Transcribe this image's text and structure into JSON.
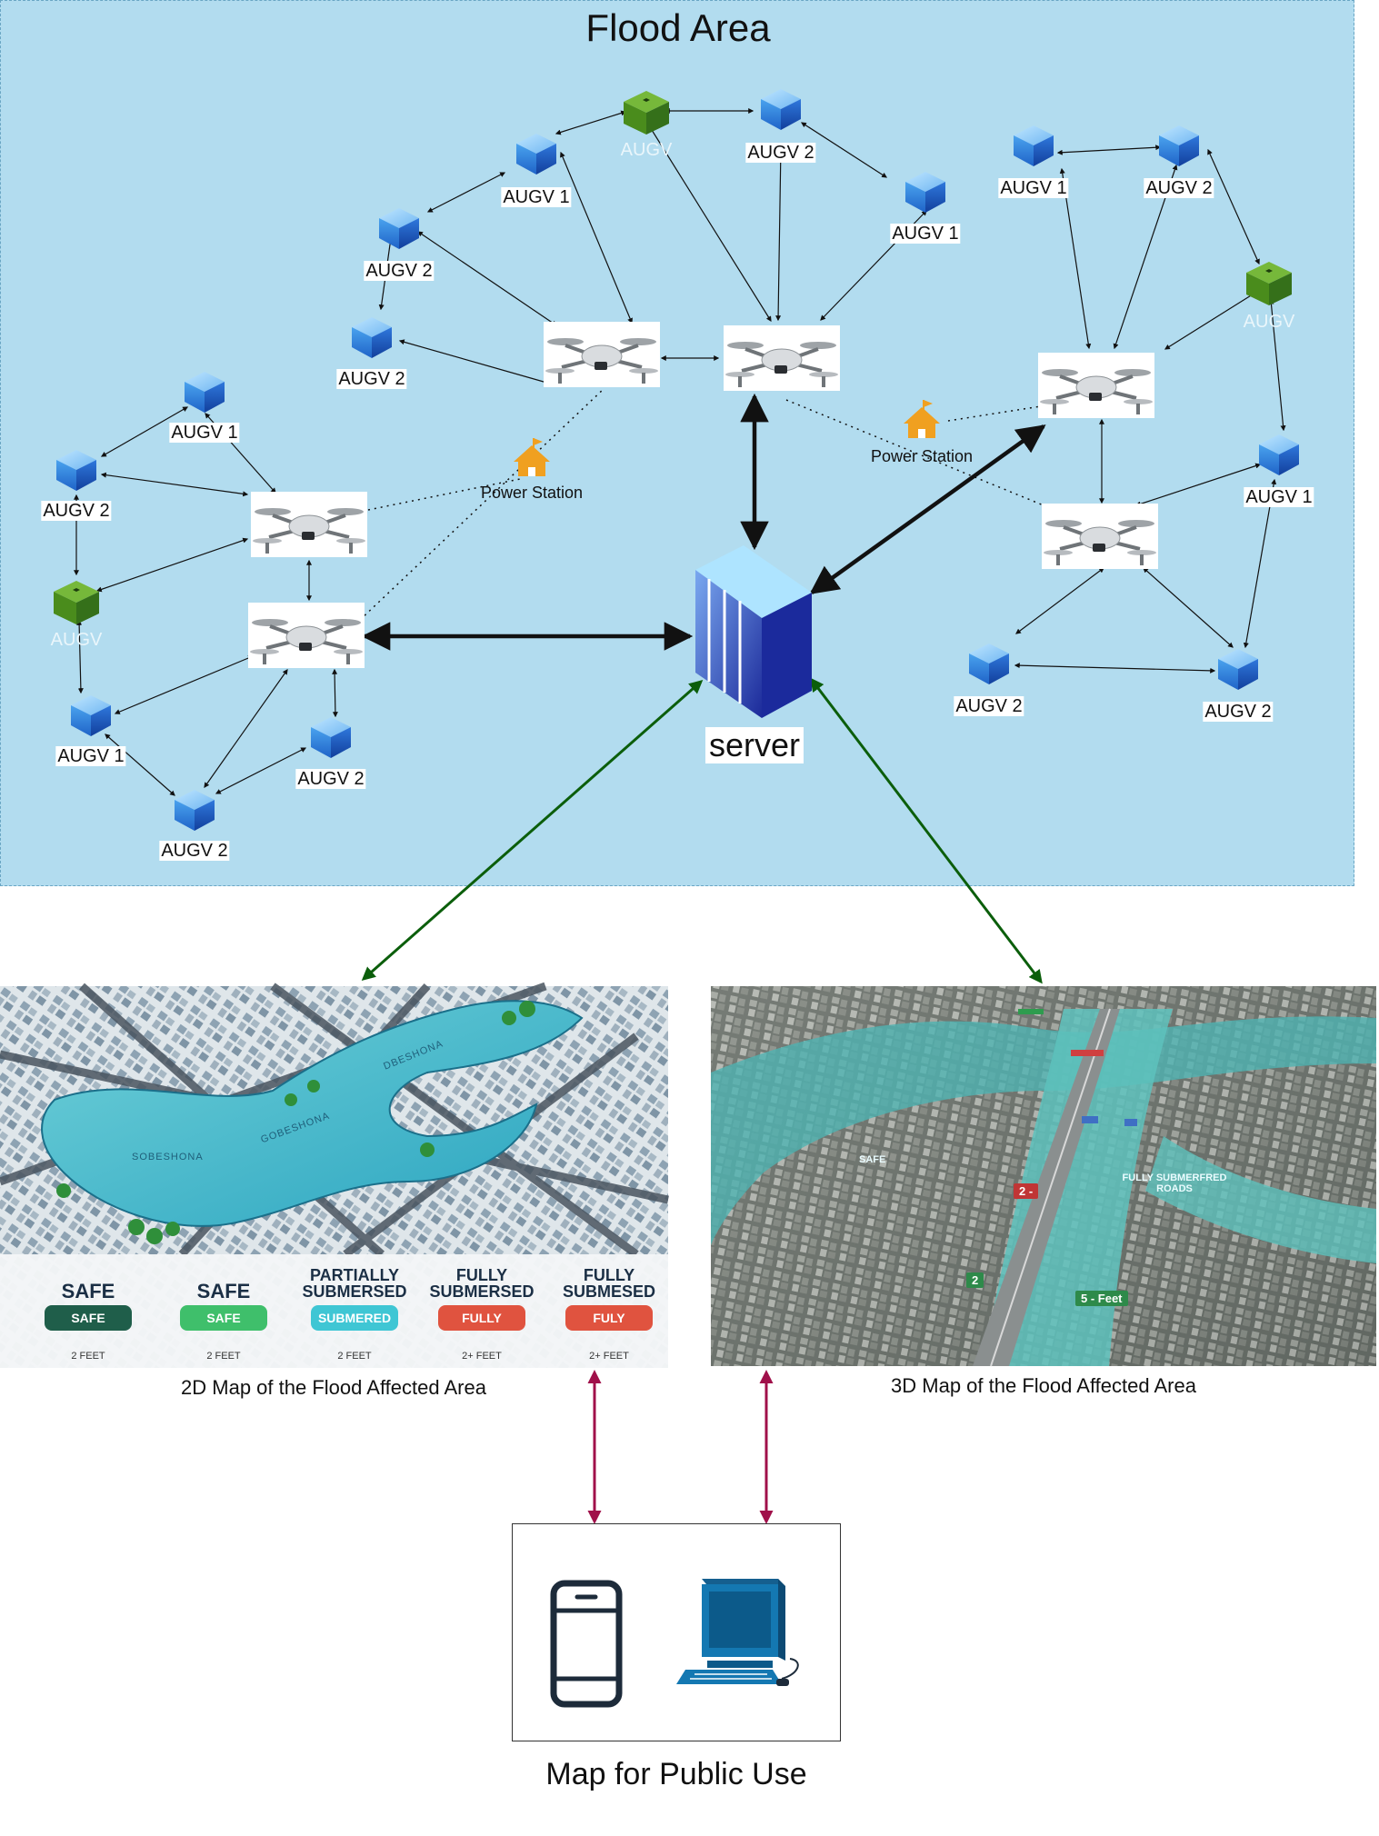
{
  "flood_area": {
    "title": "Flood Area",
    "server_label": "server",
    "power_station_label": "Power Station",
    "augv1": "AUGV 1",
    "augv2": "AUGV 2",
    "augv": "AUGV"
  },
  "maps": {
    "map_2d_caption": "2D Map of the Flood Affected Area",
    "map_3d_caption": "3D Map of the Flood Affected Area",
    "river_name_1": "GOBESHONA",
    "river_name_2": "SOBESHONA",
    "river_name_3": "DBESHONA",
    "legend": [
      {
        "title": "SAFE",
        "pill": "SAFE",
        "depth": "2 FEET",
        "color": "#1f5e4a"
      },
      {
        "title": "SAFE",
        "pill": "SAFE",
        "depth": "2 FEET",
        "color": "#3fbf6b"
      },
      {
        "title": "PARTIALLY SUBMERSED",
        "pill": "SUBMERED",
        "depth": "2 FEET",
        "color": "#3fc6d4"
      },
      {
        "title": "FULLY SUBMERSED",
        "pill": "FULLY",
        "depth": "2+ FEET",
        "color": "#e0533f"
      },
      {
        "title": "FULLY SUBMESED",
        "pill": "FULY",
        "depth": "2+ FEET",
        "color": "#e0533f"
      }
    ],
    "map3d_labels": {
      "safe": "SAFE",
      "fully_submerged": "FULLY SUBMERFRED ROADS",
      "sign_2": "2 -",
      "sign_2b": "2",
      "sign_5": "5 - Feet"
    }
  },
  "public": {
    "label": "Map for Public Use"
  },
  "colors": {
    "flood_bg": "#b2dcef",
    "server_arrow": "#0b5e0b",
    "public_arrow": "#a0104a",
    "augv_green": "#4a8c1c",
    "cube_blue": "#2b6fd6",
    "power_station": "#f0a020"
  }
}
